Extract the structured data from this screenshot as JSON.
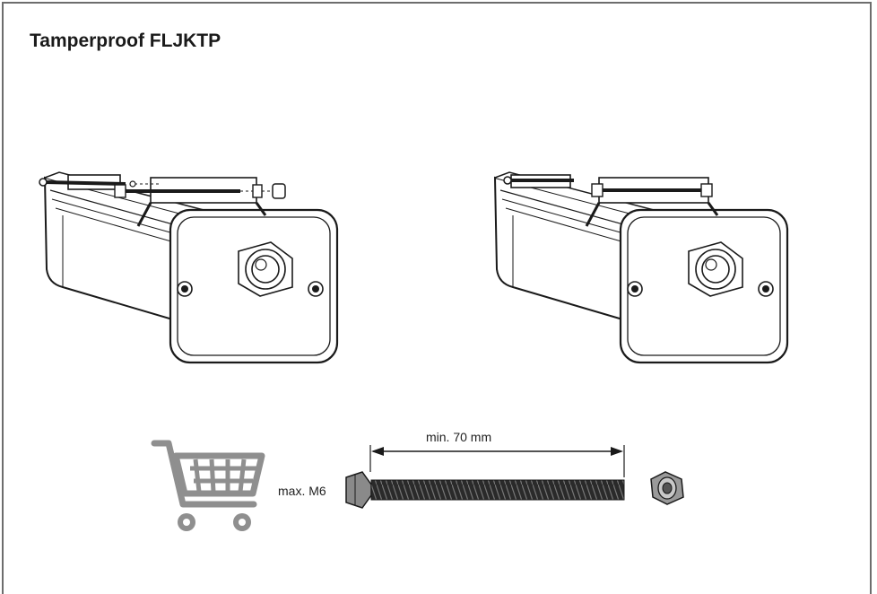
{
  "title": "Tamperproof FLJKTP",
  "labels": {
    "length": "min. 70 mm",
    "thread": "max. M6"
  },
  "colors": {
    "line": "#1a1a1a",
    "cart": "#8f8f8f",
    "frame": "#6d6d6d"
  },
  "icons": [
    "luminaire-exploded-icon",
    "luminaire-assembled-icon",
    "shopping-cart-icon",
    "bolt-icon",
    "nut-icon"
  ]
}
